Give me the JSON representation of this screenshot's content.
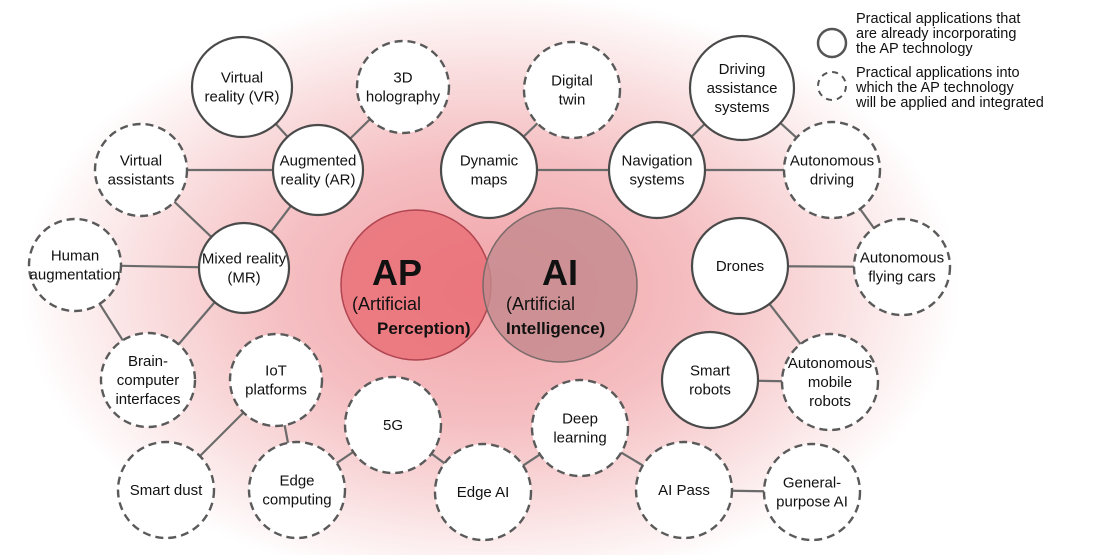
{
  "legend": {
    "solid_label": [
      "Practical applications that",
      "are already incorporating",
      "the AP technology"
    ],
    "dashed_label": [
      "Practical applications into",
      "which the AP technology",
      "will be applied and integrated"
    ]
  },
  "center": {
    "ap": {
      "title": "AP",
      "line1": "(Artificial",
      "line2": "Perception)",
      "color": "#e8676f"
    },
    "ai": {
      "title": "AI",
      "line1": "(Artificial",
      "line2": "Intelligence)",
      "color": "#c38a8d"
    }
  },
  "nodes": [
    {
      "id": "vr",
      "lines": [
        "Virtual",
        "reality (VR)"
      ],
      "status": "solid"
    },
    {
      "id": "holo",
      "lines": [
        "3D",
        "holography"
      ],
      "status": "dashed"
    },
    {
      "id": "ar",
      "lines": [
        "Augmented",
        "reality (AR)"
      ],
      "status": "solid"
    },
    {
      "id": "va",
      "lines": [
        "Virtual",
        "assistants"
      ],
      "status": "dashed"
    },
    {
      "id": "mr",
      "lines": [
        "Mixed reality",
        "(MR)"
      ],
      "status": "solid"
    },
    {
      "id": "ha",
      "lines": [
        "Human",
        "augmentation"
      ],
      "status": "dashed"
    },
    {
      "id": "bci",
      "lines": [
        "Brain-",
        "computer",
        "interfaces"
      ],
      "status": "dashed"
    },
    {
      "id": "dt",
      "lines": [
        "Digital",
        "twin"
      ],
      "status": "dashed"
    },
    {
      "id": "dm",
      "lines": [
        "Dynamic",
        "maps"
      ],
      "status": "solid"
    },
    {
      "id": "nav",
      "lines": [
        "Navigation",
        "systems"
      ],
      "status": "solid"
    },
    {
      "id": "das",
      "lines": [
        "Driving",
        "assistance",
        "systems"
      ],
      "status": "solid"
    },
    {
      "id": "ad",
      "lines": [
        "Autonomous",
        "driving"
      ],
      "status": "dashed"
    },
    {
      "id": "drones",
      "lines": [
        "Drones"
      ],
      "status": "solid"
    },
    {
      "id": "afc",
      "lines": [
        "Autonomous",
        "flying cars"
      ],
      "status": "dashed"
    },
    {
      "id": "sr",
      "lines": [
        "Smart",
        "robots"
      ],
      "status": "solid"
    },
    {
      "id": "amr",
      "lines": [
        "Autonomous",
        "mobile",
        "robots"
      ],
      "status": "dashed"
    },
    {
      "id": "iot",
      "lines": [
        "IoT",
        "platforms"
      ],
      "status": "dashed"
    },
    {
      "id": "sd",
      "lines": [
        "Smart dust"
      ],
      "status": "dashed"
    },
    {
      "id": "ec",
      "lines": [
        "Edge",
        "computing"
      ],
      "status": "dashed"
    },
    {
      "id": "5g",
      "lines": [
        "5G"
      ],
      "status": "dashed"
    },
    {
      "id": "eai",
      "lines": [
        "Edge AI"
      ],
      "status": "dashed"
    },
    {
      "id": "dl",
      "lines": [
        "Deep",
        "learning"
      ],
      "status": "dashed"
    },
    {
      "id": "aip",
      "lines": [
        "AI Pass"
      ],
      "status": "dashed"
    },
    {
      "id": "gpai",
      "lines": [
        "General-",
        "purpose AI"
      ],
      "status": "dashed"
    }
  ],
  "edges": [
    [
      "vr",
      "ar"
    ],
    [
      "holo",
      "ar"
    ],
    [
      "va",
      "ar"
    ],
    [
      "ar",
      "mr"
    ],
    [
      "va",
      "mr"
    ],
    [
      "ha",
      "mr"
    ],
    [
      "bci",
      "mr"
    ],
    [
      "ha",
      "bci"
    ],
    [
      "dt",
      "dm"
    ],
    [
      "dm",
      "nav"
    ],
    [
      "nav",
      "das"
    ],
    [
      "nav",
      "ad"
    ],
    [
      "das",
      "ad"
    ],
    [
      "ad",
      "afc"
    ],
    [
      "drones",
      "afc"
    ],
    [
      "drones",
      "amr"
    ],
    [
      "sr",
      "amr"
    ],
    [
      "iot",
      "sd"
    ],
    [
      "iot",
      "ec"
    ],
    [
      "ec",
      "5g"
    ],
    [
      "5g",
      "eai"
    ],
    [
      "eai",
      "dl"
    ],
    [
      "dl",
      "aip"
    ],
    [
      "aip",
      "gpai"
    ]
  ]
}
